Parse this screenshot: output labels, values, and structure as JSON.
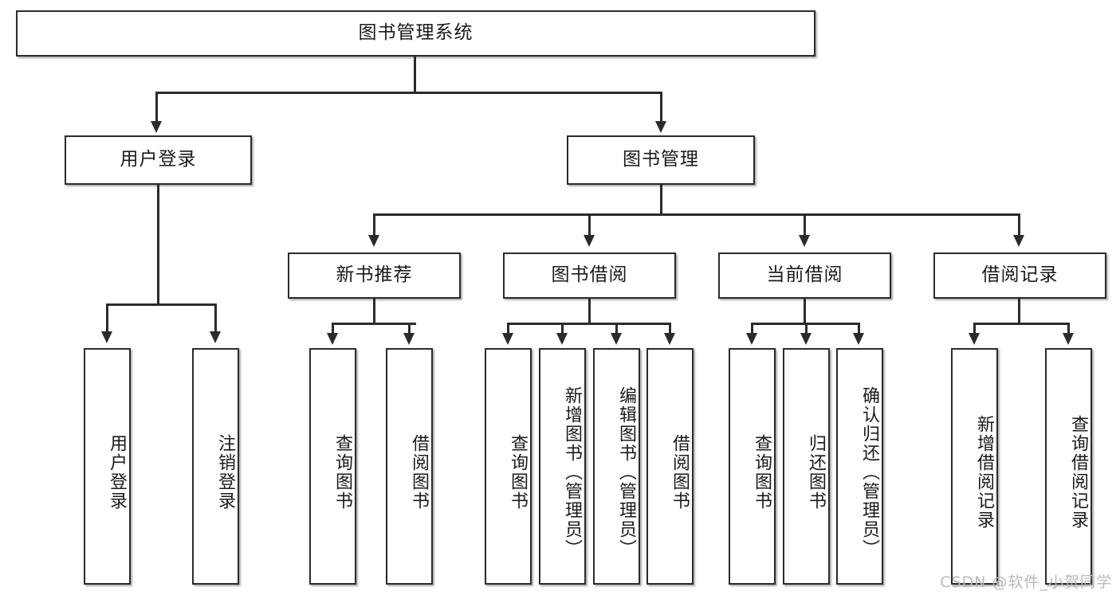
{
  "diagram": {
    "title": "图书管理系统",
    "type": "tree-hierarchy-diagram",
    "root": {
      "label": "图书管理系统"
    },
    "level2": [
      {
        "label": "用户登录"
      },
      {
        "label": "图书管理"
      }
    ],
    "level3": [
      {
        "label": "新书推荐"
      },
      {
        "label": "图书借阅"
      },
      {
        "label": "当前借阅"
      },
      {
        "label": "借阅记录"
      }
    ],
    "leaves": {
      "user_login": [
        {
          "label": "用户登录"
        },
        {
          "label": "注销登录"
        }
      ],
      "new_book_recommend": [
        {
          "label": "查询图书"
        },
        {
          "label": "借阅图书"
        }
      ],
      "book_borrow": [
        {
          "label": "查询图书"
        },
        {
          "label": "新增图书（管理员）"
        },
        {
          "label": "编辑图书（管理员）"
        },
        {
          "label": "借阅图书"
        }
      ],
      "current_borrow": [
        {
          "label": "查询图书"
        },
        {
          "label": "归还图书"
        },
        {
          "label": "确认归还（管理员）"
        }
      ],
      "borrow_record": [
        {
          "label": "新增借阅记录"
        },
        {
          "label": "查询借阅记录"
        }
      ]
    }
  },
  "watermark": {
    "text": "CSDN @软件_小贺同学"
  },
  "colors": {
    "line": "#2b2b2b",
    "box_fill": "#ffffff",
    "text": "#1a1a1a",
    "watermark": "#b9b9b9"
  }
}
